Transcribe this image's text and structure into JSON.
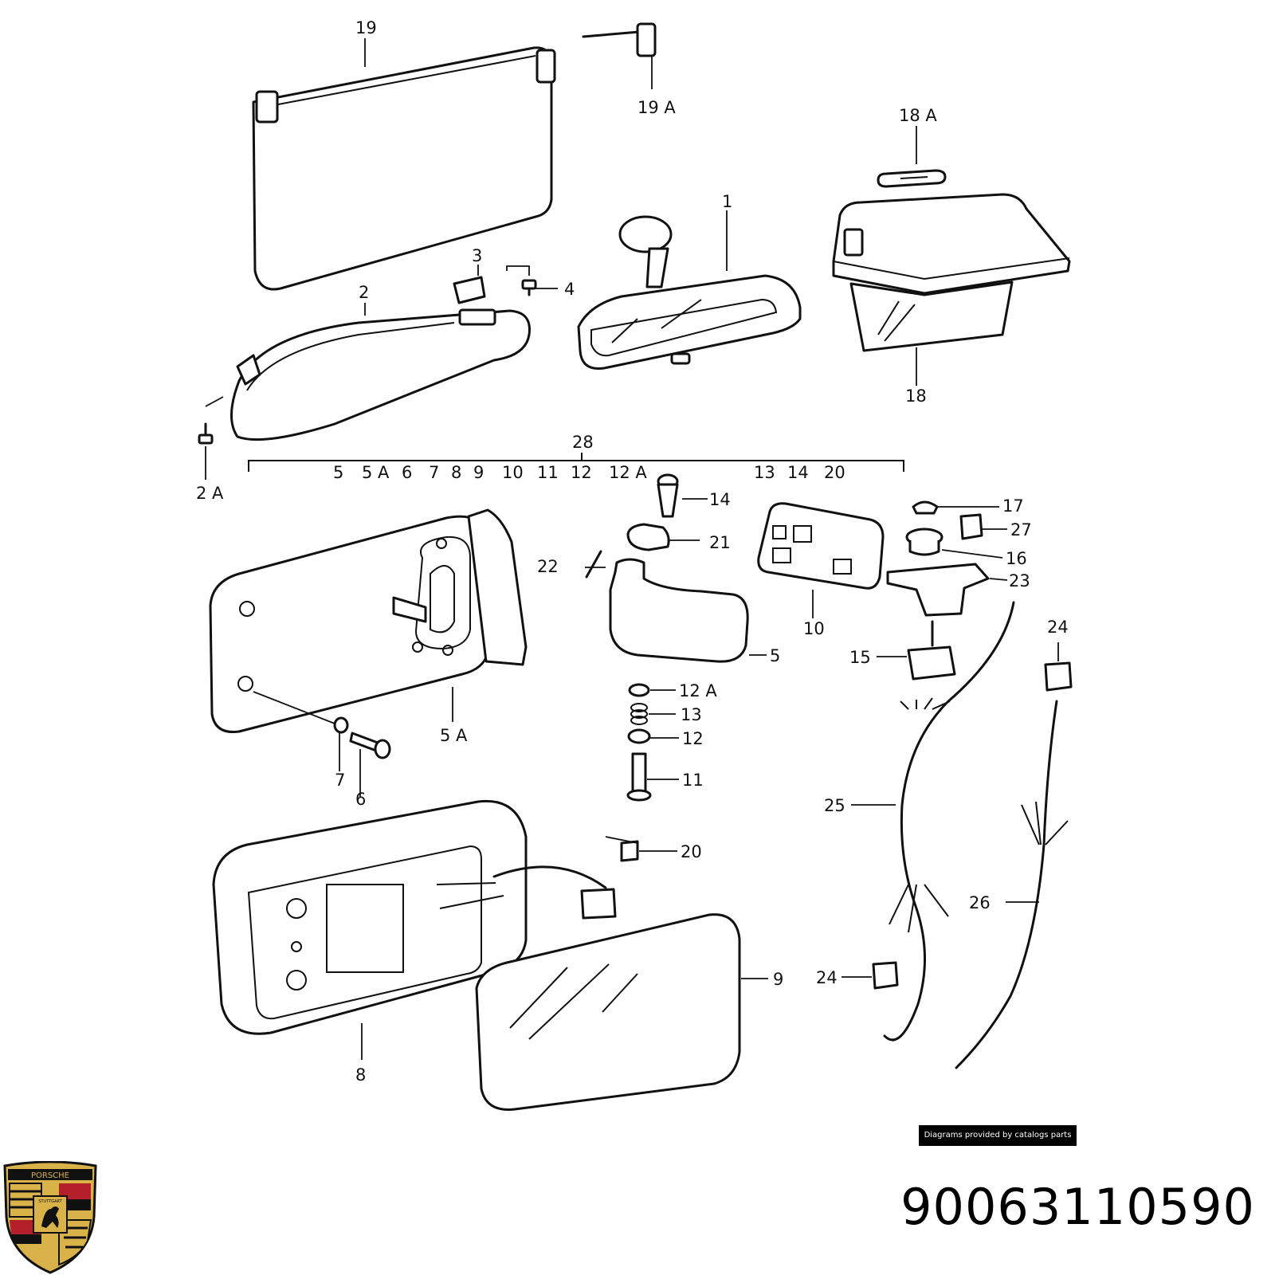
{
  "callouts": {
    "c1": "1",
    "c2": "2",
    "c2a": "2 A",
    "c3": "3",
    "c4": "4",
    "c5": "5",
    "c5a": "5 A",
    "c6": "6",
    "c7": "7",
    "c8": "8",
    "c9": "9",
    "c10": "10",
    "c11": "11",
    "c12": "12",
    "c12a": "12 A",
    "c13": "13",
    "c14": "14",
    "c15": "15",
    "c16": "16",
    "c17": "17",
    "c18": "18",
    "c18a": "18 A",
    "c19": "19",
    "c19a": "19 A",
    "c20": "20",
    "c21": "21",
    "c22": "22",
    "c23": "23",
    "c24a": "24",
    "c24b": "24",
    "c25": "25",
    "c26": "26",
    "c27": "27",
    "c28": "28"
  },
  "kit_28_contents": [
    "5",
    "5 A",
    "6",
    "7",
    "8",
    "9",
    "10",
    "11",
    "12",
    "12 A",
    "13",
    "14",
    "20"
  ],
  "credit": "Diagrams provided by catalogs parts",
  "part_number": "90063110590",
  "logo": {
    "brand_text": "PORSCHE",
    "city_text": "STUTTGART",
    "colors": {
      "gold": "#d9b24a",
      "red": "#b3202a",
      "black": "#111111"
    }
  }
}
